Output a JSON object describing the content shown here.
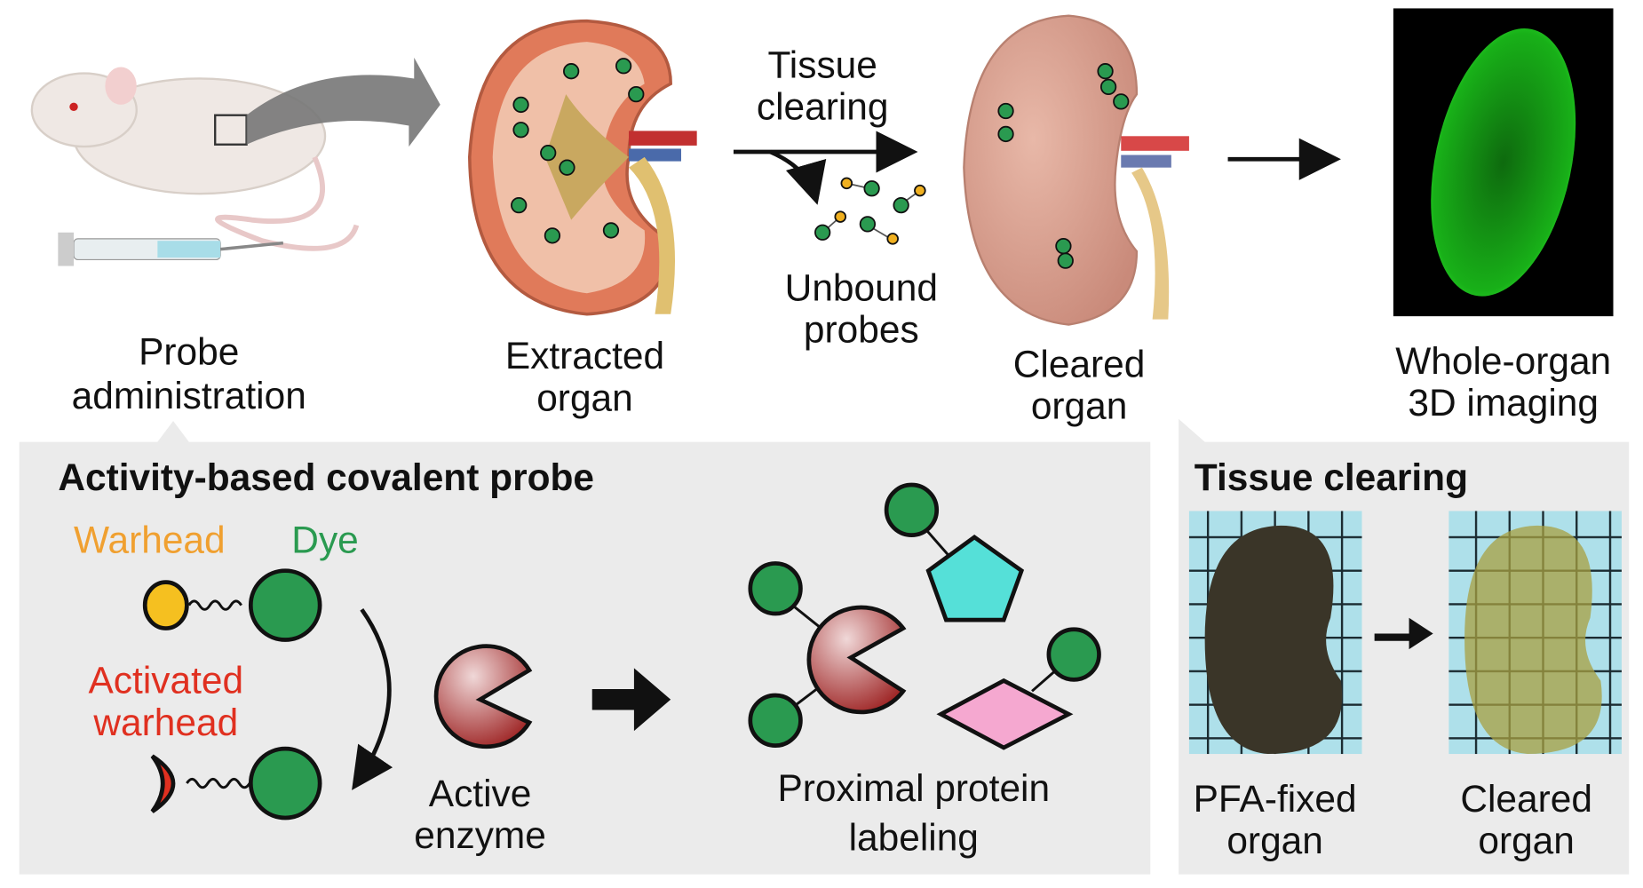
{
  "top": {
    "probe_administration": [
      "Probe",
      "administration"
    ],
    "extracted_organ": [
      "Extracted",
      "organ"
    ],
    "tissue_clearing": [
      "Tissue",
      "clearing"
    ],
    "unbound_probes": [
      "Unbound",
      "probes"
    ],
    "cleared_organ": [
      "Cleared",
      "organ"
    ],
    "whole_organ_imaging": [
      "Whole-organ",
      "3D imaging"
    ]
  },
  "probe_panel": {
    "title": "Activity-based covalent probe",
    "warhead": "Warhead",
    "dye": "Dye",
    "activated_warhead": [
      "Activated",
      "warhead"
    ],
    "active_enzyme": [
      "Active",
      "enzyme"
    ],
    "proximal_labeling": [
      "Proximal protein",
      "labeling"
    ]
  },
  "clearing_panel": {
    "title": "Tissue clearing",
    "pfa_fixed": [
      "PFA-fixed",
      "organ"
    ],
    "cleared": [
      "Cleared",
      "organ"
    ]
  },
  "colors": {
    "warhead": "#f0a030",
    "dye": "#2a9a50",
    "activated": "#e03020",
    "panel_bg": "#ebebeb",
    "imaging_green": "#22cc22"
  }
}
